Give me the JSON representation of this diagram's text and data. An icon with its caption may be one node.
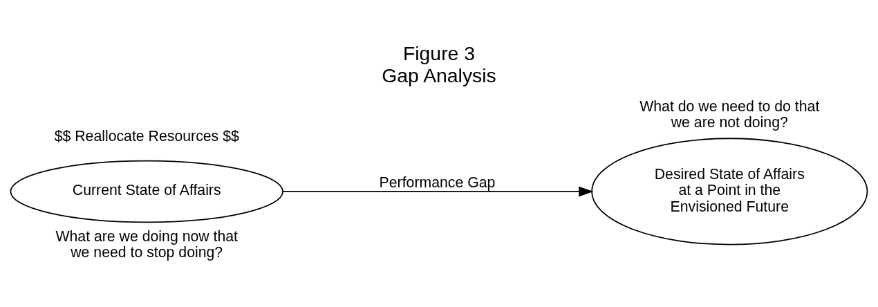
{
  "diagram": {
    "title": "Figure 3",
    "caption": "Gap Analysis",
    "nodes": [
      {
        "text": [
          "Current State of Affairs"
        ],
        "beside": [
          "What are we doing now that we need to stop doing?"
        ]
      },
      {
        "text": [
          "Desired State of Affairs at a Point in the Envisioned Future"
        ],
        "beside": [
          "What do we need to do that we are not doing?"
        ]
      }
    ],
    "edges": [
      {
        "from": 0,
        "to": 1,
        "arrow": "to",
        "label": "Performance Gap"
      }
    ],
    "labels": [
      "$$ Reallocate Resources $$"
    ]
  }
}
